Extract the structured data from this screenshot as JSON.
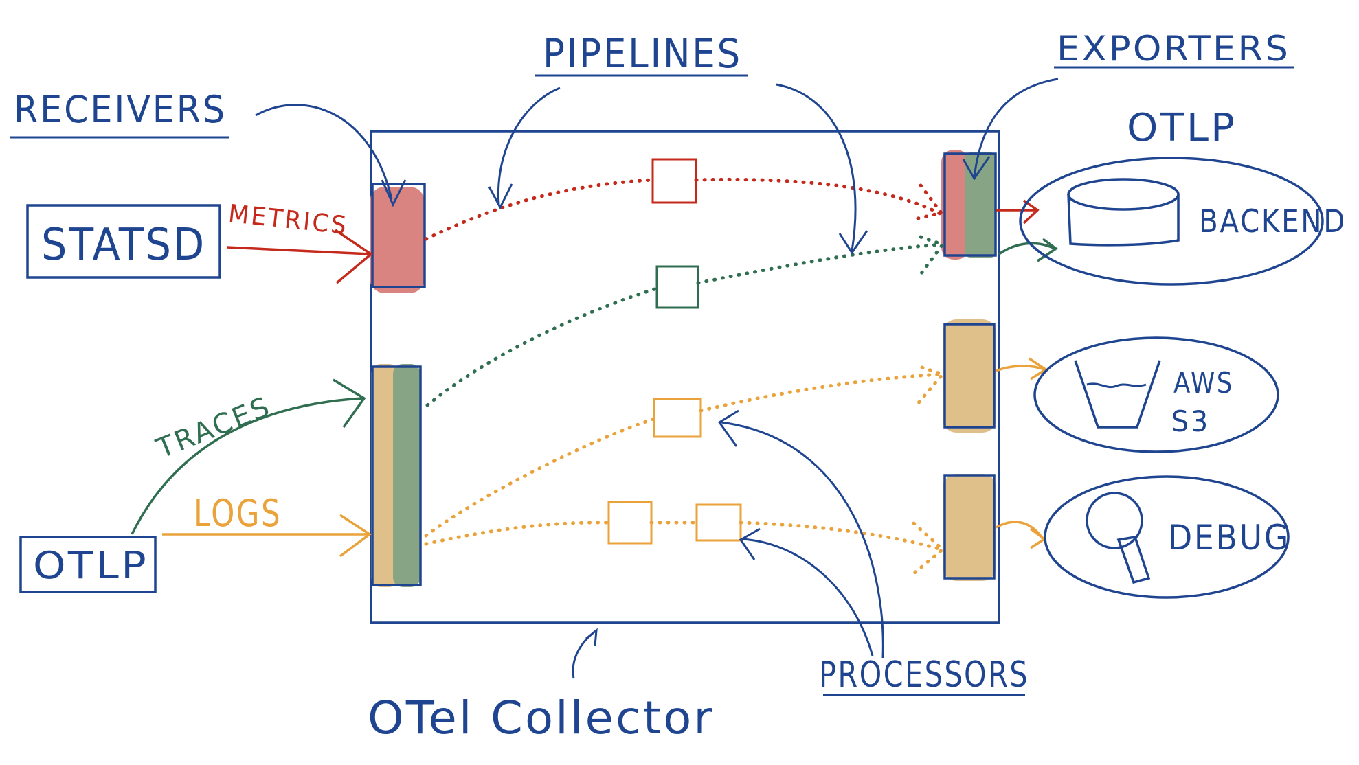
{
  "colors": {
    "ink": "#1f4591",
    "red": "#c4291c",
    "green": "#2f6e50",
    "orange": "#eaa23a",
    "red_fill": "#d98480",
    "green_fill": "#87a585",
    "tan_fill": "#dfbf8a"
  },
  "labels": {
    "receivers": "RECEIVERS",
    "pipelines": "PIPELINES",
    "exporters": "EXPORTERS",
    "processors": "PROCESSORS",
    "collector": "OTel Collector",
    "otlp_top": "OTLP"
  },
  "sources": {
    "statsd": "STATSD",
    "otlp": "OTLP"
  },
  "signals": {
    "metrics": "METRICS",
    "traces": "TRACES",
    "logs": "LOGS"
  },
  "destinations": {
    "backend": "BACKEND",
    "aws_line1": "AWS",
    "aws_line2": "S3",
    "debug": "DEBUG"
  }
}
